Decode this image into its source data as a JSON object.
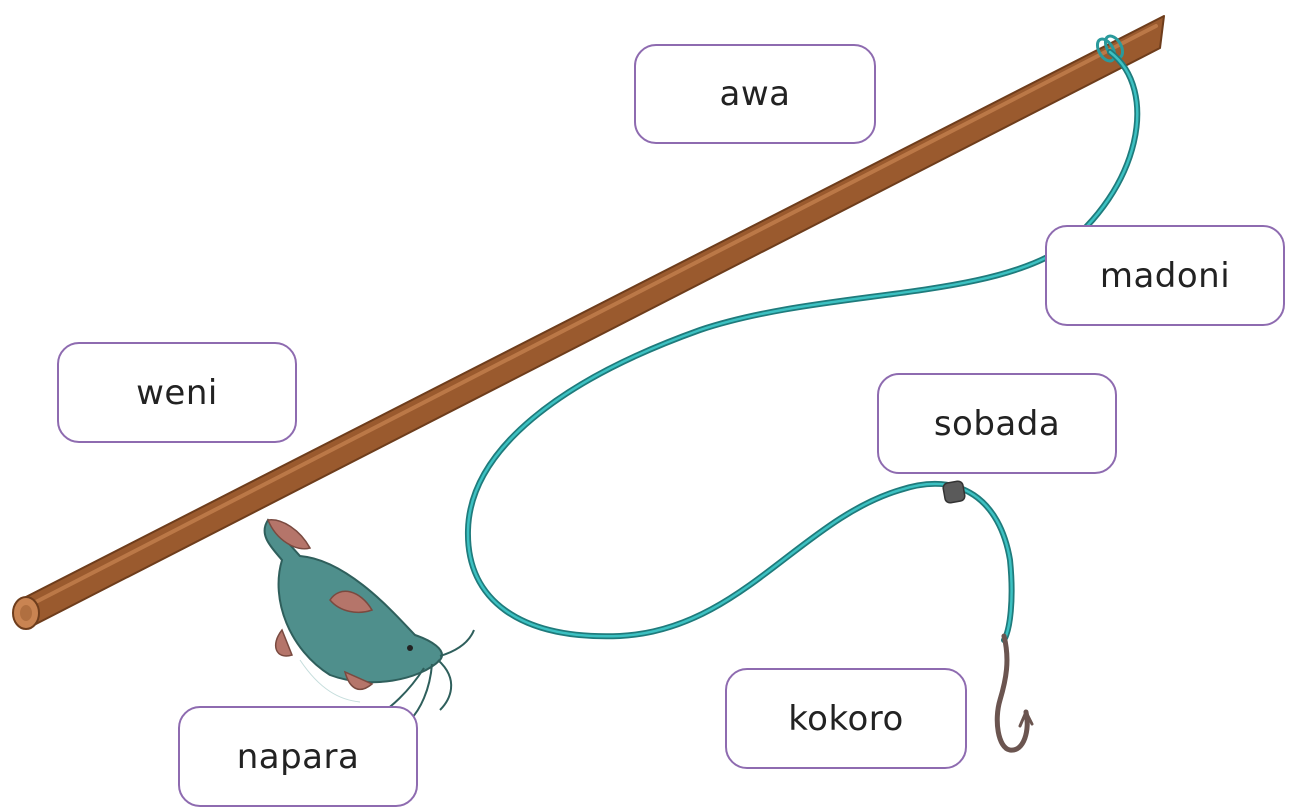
{
  "labels": {
    "awa": "awa",
    "madoni": "madoni",
    "weni": "weni",
    "sobada": "sobada",
    "kokoro": "kokoro",
    "napara": "napara"
  },
  "colors": {
    "label_border": "#8e6bb0",
    "rod": "#9a5a2e",
    "rod_highlight": "#c98452",
    "line": "#2a9a9c",
    "hook": "#6b5550",
    "fish_body": "#4f8f8c",
    "fish_fin": "#b5756a"
  },
  "icons": [
    "fishing-rod-icon",
    "fishing-line-icon",
    "float-icon",
    "hook-icon",
    "catfish-icon"
  ]
}
